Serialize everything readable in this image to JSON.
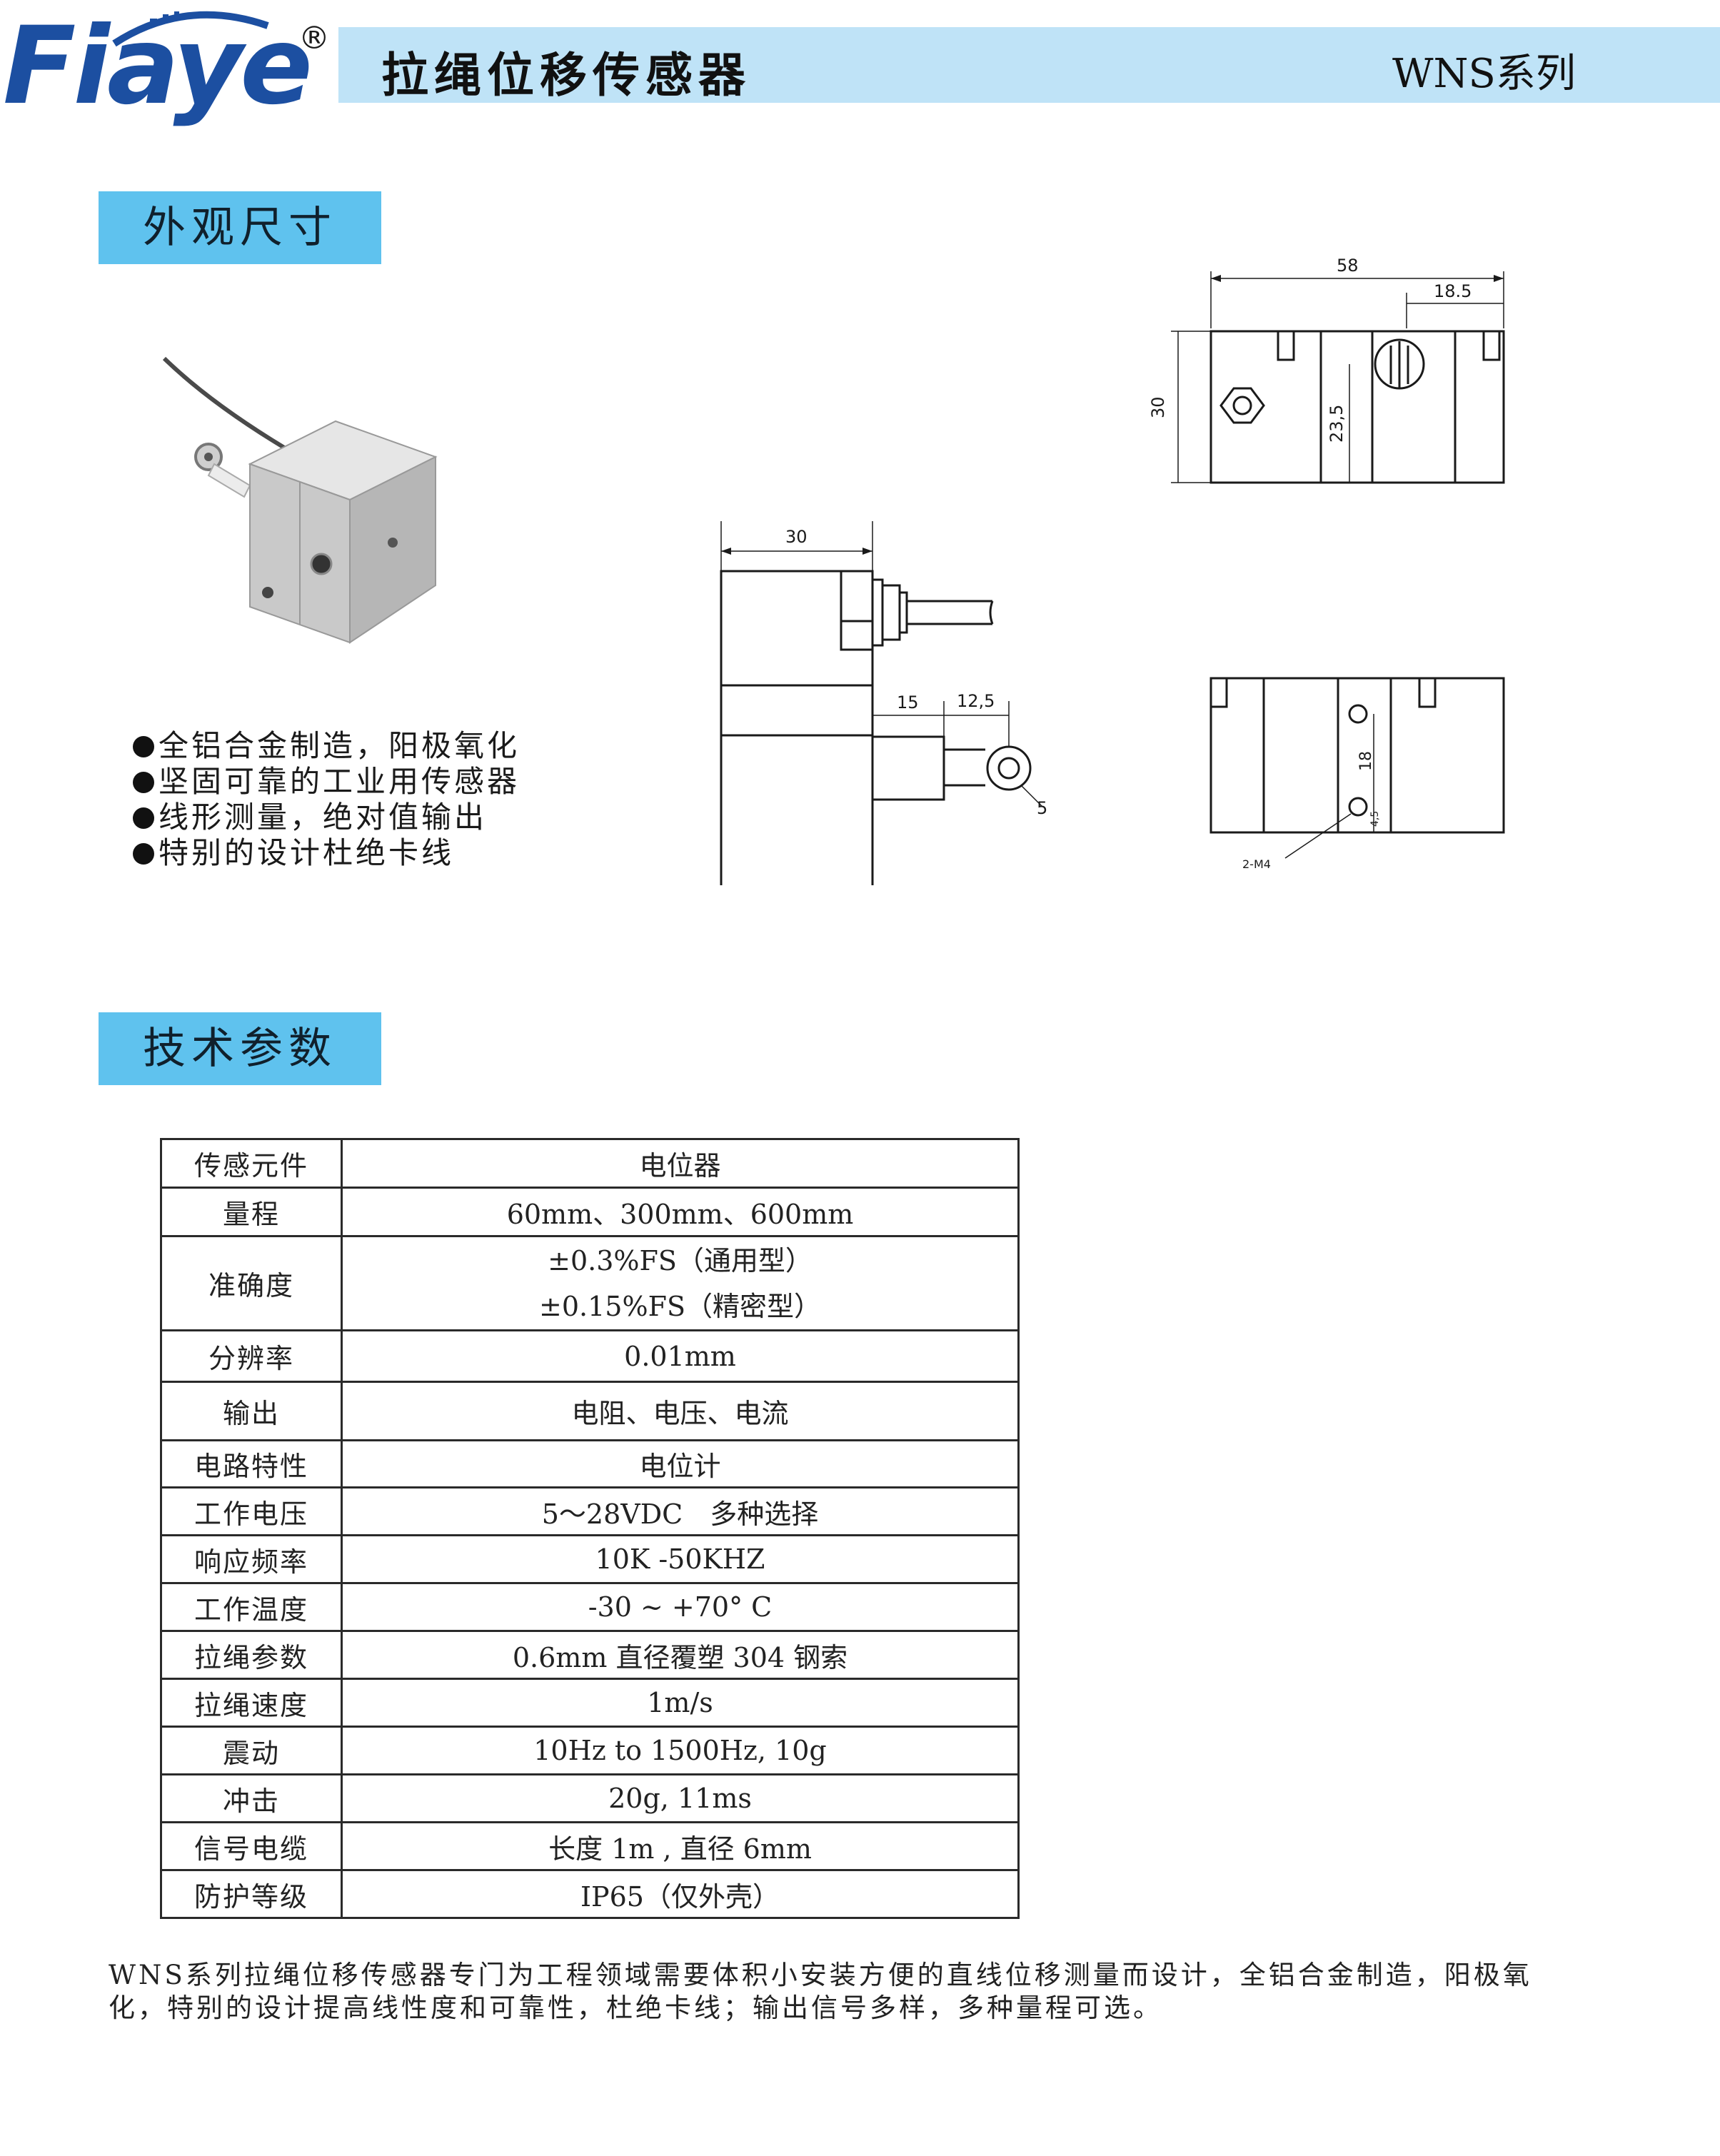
{
  "header": {
    "logo_text": "Fiaye",
    "registered_mark": "®",
    "title": "拉绳位移传感器",
    "series": "WNS系列"
  },
  "sections": {
    "appearance": "外观尺寸",
    "specs": "技术参数"
  },
  "features": [
    "全铝合金制造，阳极氧化",
    "坚固可靠的工业用传感器",
    "线形测量，绝对值输出",
    "特别的设计杜绝卡线"
  ],
  "drawings": {
    "side": {
      "width": "30",
      "dim_a": "15",
      "dim_b": "12,5",
      "ring": "5"
    },
    "top": {
      "width": "58",
      "offset": "18.5",
      "height": "30",
      "inner_height": "23,5"
    },
    "bottom": {
      "hole_spacing": "18",
      "edge": "4,5",
      "thread": "2-M4"
    }
  },
  "spec_table": [
    {
      "key": "传感元件",
      "values": [
        "电位器"
      ]
    },
    {
      "key": "量程",
      "values": [
        "60mm、300mm、600mm"
      ]
    },
    {
      "key": "准确度",
      "values": [
        "±0.3%FS（通用型）",
        "±0.15%FS（精密型）"
      ]
    },
    {
      "key": "分辨率",
      "values": [
        "0.01mm"
      ]
    },
    {
      "key": "输出",
      "values": [
        "电阻、电压、电流"
      ]
    },
    {
      "key": "电路特性",
      "values": [
        "电位计"
      ]
    },
    {
      "key": "工作电压",
      "values": [
        "5～28VDC　多种选择"
      ]
    },
    {
      "key": "响应频率",
      "values": [
        "10K -50KHZ"
      ]
    },
    {
      "key": "工作温度",
      "values": [
        "-30 ~ +70° C"
      ]
    },
    {
      "key": "拉绳参数",
      "values": [
        "0.6mm 直径覆塑 304 钢索"
      ]
    },
    {
      "key": "拉绳速度",
      "values": [
        "1m/s"
      ]
    },
    {
      "key": "震动",
      "values": [
        "10Hz to 1500Hz, 10g"
      ]
    },
    {
      "key": "冲击",
      "values": [
        "20g, 11ms"
      ]
    },
    {
      "key": "信号电缆",
      "values": [
        "长度 1m , 直径 6mm"
      ]
    },
    {
      "key": "防护等级",
      "values": [
        "IP65（仅外壳）"
      ]
    }
  ],
  "description": [
    "WNS系列拉绳位移传感器专门为工程领域需要体积小安装方便的直线位移测量而设计，全铝合金制造，阳极氧",
    "化，特别的设计提高线性度和可靠性，杜绝卡线；输出信号多样，多种量程可选。"
  ],
  "colors": {
    "brand_blue": "#1c4fa1",
    "header_bar": "#bfe3f7",
    "section_tab": "#5fc2ee"
  }
}
